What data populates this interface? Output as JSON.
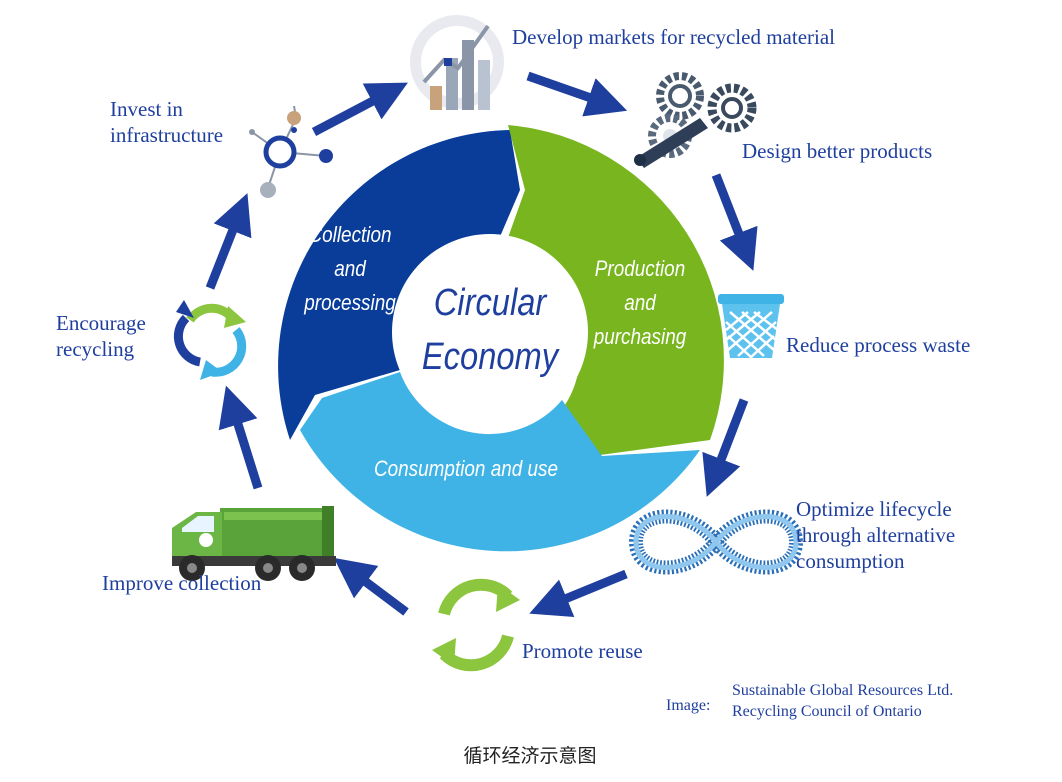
{
  "center": {
    "line1": "Circular",
    "line2": "Economy"
  },
  "segments": {
    "collection": {
      "line1": "Collection",
      "line2": "and",
      "line3": "processing"
    },
    "production": {
      "line1": "Production",
      "line2": "and",
      "line3": "purchasing"
    },
    "consumption": {
      "line1": "Consumption and use"
    }
  },
  "stages": {
    "markets": {
      "line1": "Develop markets for recycled material"
    },
    "design": {
      "line1": "Design better products"
    },
    "waste": {
      "line1": "Reduce process waste"
    },
    "lifecycle": {
      "line1": "Optimize lifecycle",
      "line2": "through alternative",
      "line3": "consumption"
    },
    "reuse": {
      "line1": "Promote reuse"
    },
    "collection": {
      "line1": "Improve collection"
    },
    "recycling": {
      "line1": "Encourage",
      "line2": "recycling"
    },
    "infrastructure": {
      "line1": "Invest in",
      "line2": "infrastructure"
    }
  },
  "credit": {
    "prefix": "Image:",
    "line1": "Sustainable Global Resources Ltd.",
    "line2": "Recycling Council of Ontario"
  },
  "caption": "循环经济示意图",
  "colors": {
    "dark_blue": "#0a3d9a",
    "green": "#78b51e",
    "light_blue": "#3fb3e6",
    "arrow": "#1f3f9e",
    "text": "#1f3f9e"
  },
  "icons": [
    "bar-chart-icon",
    "gears-icon",
    "waste-basket-icon",
    "infinity-icon",
    "reuse-arrows-icon",
    "garbage-truck-icon",
    "recycle-arrows-icon",
    "network-node-icon"
  ]
}
